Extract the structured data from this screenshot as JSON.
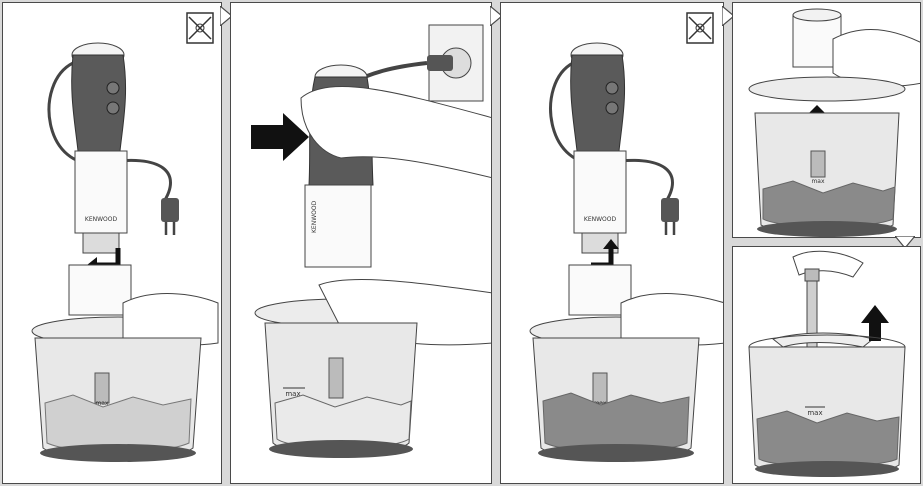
{
  "brand": {
    "logo_text": "KENWOOD"
  },
  "labels": {
    "max": "max"
  },
  "colors": {
    "background": "#d9d9d9",
    "panel": "#ffffff",
    "border": "#4a4a4a",
    "handle": "#5a5a5a",
    "arrow": "#1a1a1a",
    "food": "#8a8a8a",
    "glass": "#e4e4e4"
  },
  "icons": {
    "no_dishwasher": "no-dishwasher-icon",
    "plug": "power-plug-icon",
    "arrow": "direction-arrow-icon"
  },
  "panels": [
    {
      "id": "step-1"
    },
    {
      "id": "step-2"
    },
    {
      "id": "step-3"
    },
    {
      "id": "step-4a"
    },
    {
      "id": "step-4b"
    }
  ]
}
